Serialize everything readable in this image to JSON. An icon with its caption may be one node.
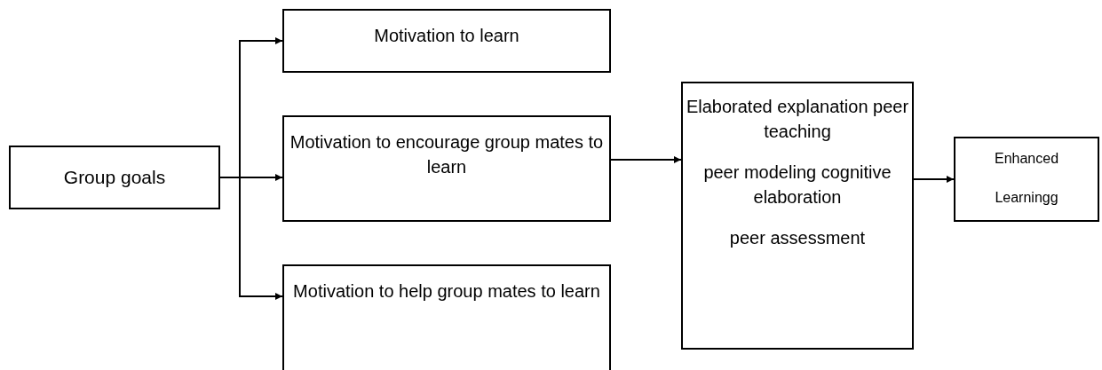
{
  "diagram": {
    "nodes": [
      {
        "text": [
          "Group goals"
        ]
      },
      {
        "text": [
          "Motivation to learn"
        ]
      },
      {
        "text": [
          "Motivation to encourage group mates to learn"
        ]
      },
      {
        "text": [
          "Motivation to help group mates to learn"
        ]
      },
      {
        "text": [
          "Elaborated explanation peer teaching",
          "peer modeling cognitive elaboration",
          "peer assessment"
        ]
      },
      {
        "text": [
          "Enhanced",
          "Learningg"
        ]
      }
    ],
    "edges": [
      {
        "from": 0,
        "to": 1,
        "arrow": "to"
      },
      {
        "from": 0,
        "to": 2,
        "arrow": "to"
      },
      {
        "from": 0,
        "to": 3,
        "arrow": "to"
      },
      {
        "from": 2,
        "to": 4,
        "arrow": "to"
      },
      {
        "from": 4,
        "to": 5,
        "arrow": "to"
      }
    ]
  }
}
